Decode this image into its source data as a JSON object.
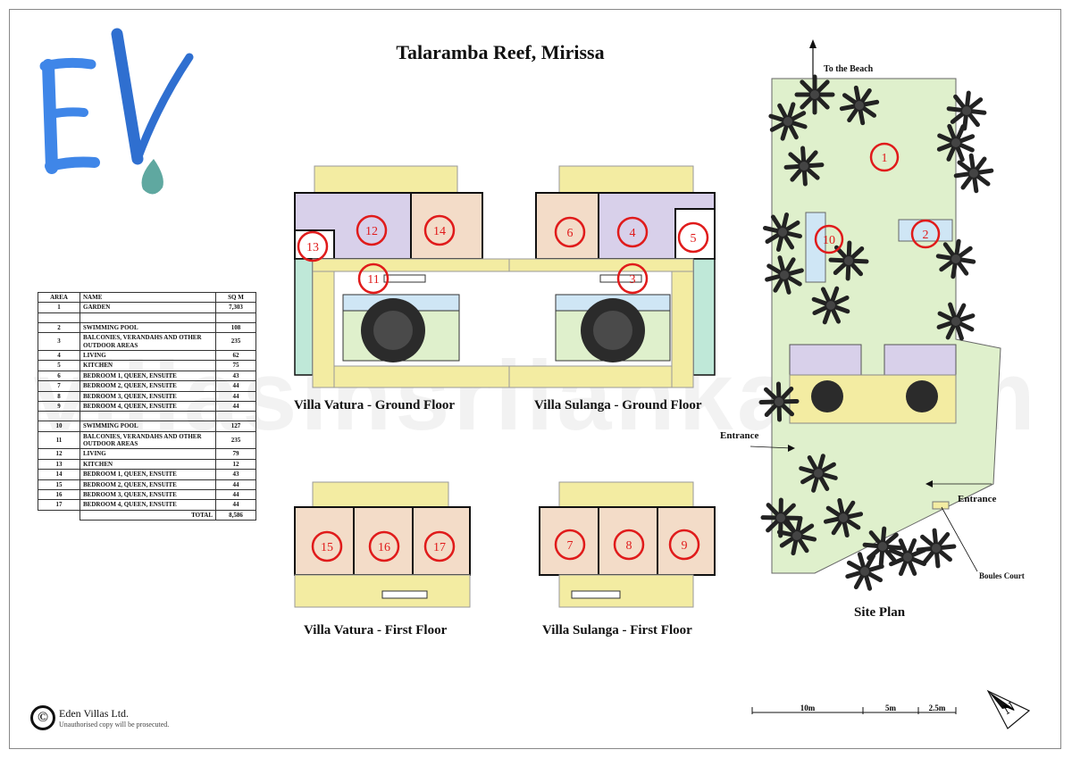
{
  "title": "Talaramba Reef, Mirissa",
  "logo_text": "EV",
  "watermark": "villasinsrilanka.com",
  "captions": {
    "vatura_ground": "Villa Vatura - Ground Floor",
    "sulanga_ground": "Villa Sulanga - Ground Floor",
    "vatura_first": "Villa Vatura - First Floor",
    "sulanga_first": "Villa Sulanga - First Floor",
    "site_plan": "Site Plan"
  },
  "site_labels": {
    "to_beach": "To the Beach",
    "entrance_1": "Entrance",
    "entrance_2": "Entrance",
    "boules": "Boules Court"
  },
  "area_markers": [
    "1",
    "2",
    "3",
    "4",
    "5",
    "6",
    "7",
    "8",
    "9",
    "10",
    "11",
    "12",
    "13",
    "14",
    "15",
    "16",
    "17"
  ],
  "table": {
    "headers": {
      "area": "AREA",
      "name": "NAME",
      "sqm": "SQ M"
    },
    "rows": [
      {
        "area": "1",
        "name": "GARDEN",
        "sqm": "7,303"
      },
      {
        "area": "",
        "name": "",
        "sqm": ""
      },
      {
        "area": "2",
        "name": "SWIMMING POOL",
        "sqm": "108"
      },
      {
        "area": "3",
        "name": "BALCONIES, VERANDAHS AND OTHER OUTDOOR AREAS",
        "sqm": "235"
      },
      {
        "area": "4",
        "name": "LIVING",
        "sqm": "62"
      },
      {
        "area": "5",
        "name": "KITCHEN",
        "sqm": "75"
      },
      {
        "area": "6",
        "name": "BEDROOM 1, QUEEN, ENSUITE",
        "sqm": "43"
      },
      {
        "area": "7",
        "name": "BEDROOM 2, QUEEN, ENSUITE",
        "sqm": "44"
      },
      {
        "area": "8",
        "name": "BEDROOM 3, QUEEN, ENSUITE",
        "sqm": "44"
      },
      {
        "area": "9",
        "name": "BEDROOM 4, QUEEN, ENSUITE",
        "sqm": "44"
      },
      {
        "area": "",
        "name": "",
        "sqm": ""
      },
      {
        "area": "10",
        "name": "SWIMMING POOL",
        "sqm": "127"
      },
      {
        "area": "11",
        "name": "BALCONIES, VERANDAHS AND OTHER OUTDOOR AREAS",
        "sqm": "235"
      },
      {
        "area": "12",
        "name": "LIVING",
        "sqm": "79"
      },
      {
        "area": "13",
        "name": "KITCHEN",
        "sqm": "12"
      },
      {
        "area": "14",
        "name": "BEDROOM 1, QUEEN, ENSUITE",
        "sqm": "43"
      },
      {
        "area": "15",
        "name": "BEDROOM 2, QUEEN, ENSUITE",
        "sqm": "44"
      },
      {
        "area": "16",
        "name": "BEDROOM 3, QUEEN, ENSUITE",
        "sqm": "44"
      },
      {
        "area": "17",
        "name": "BEDROOM 4, QUEEN, ENSUITE",
        "sqm": "44"
      }
    ],
    "total_label": "TOTAL",
    "total_value": "8,586"
  },
  "scale_bar": {
    "label_10m": "10m",
    "label_5m": "5m",
    "label_2_5m": "2.5m"
  },
  "compass": "N",
  "copyright": {
    "symbol": "©",
    "company": "Eden Villas Ltd.",
    "notice": "Unauthorised copy will be prosecuted."
  },
  "colors": {
    "marker": "#e01b1b",
    "garden": "#dff0cc",
    "veranda": "#f3eca2",
    "living": "#d8d0ea",
    "bedroom": "#f3dcc8",
    "bath": "#bfe8d8",
    "pool": "#cfe6f5",
    "logo_blue": "#3f86e8",
    "logo_teal": "#5fa8a0"
  }
}
